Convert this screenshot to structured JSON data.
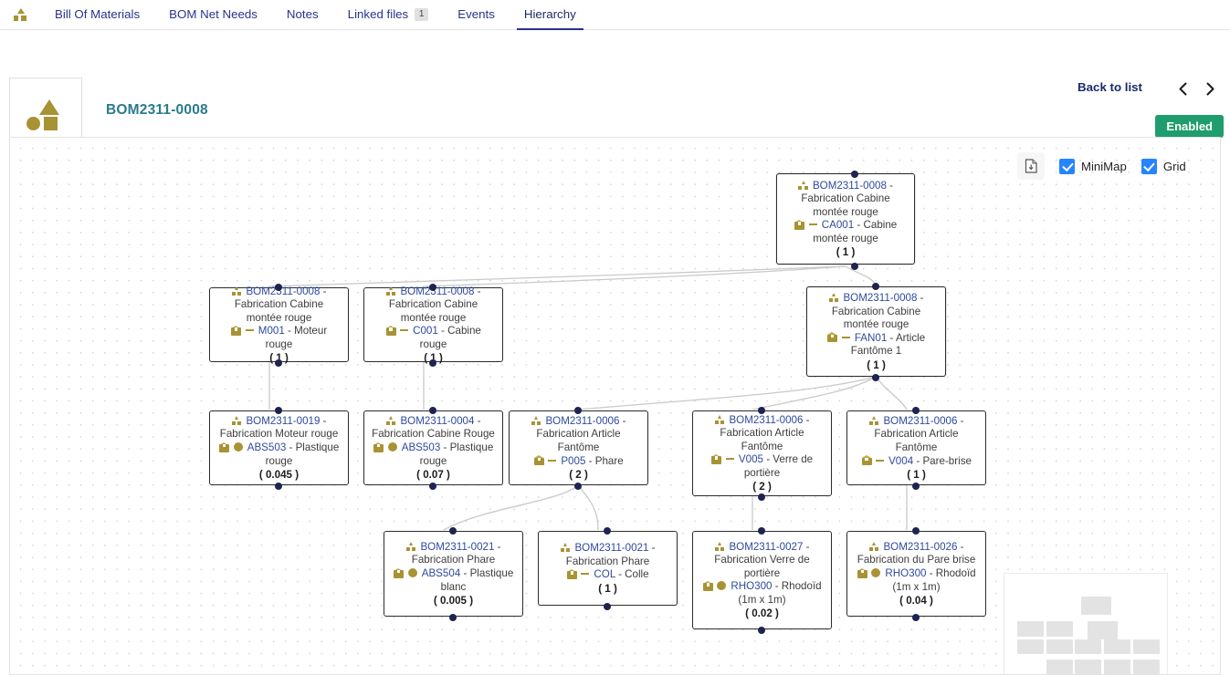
{
  "tabbar": {
    "logo_icon": "hierarchy-logo-icon",
    "tabs": [
      {
        "label": "Bill Of Materials",
        "active": false
      },
      {
        "label": "BOM Net Needs",
        "active": false
      },
      {
        "label": "Notes",
        "active": false
      },
      {
        "label": "Linked files",
        "active": false,
        "badge": "1"
      },
      {
        "label": "Events",
        "active": false
      },
      {
        "label": "Hierarchy",
        "active": true
      }
    ]
  },
  "header": {
    "thumbnail_icon": "shapes-thumbnail-icon",
    "title": "BOM2311-0008",
    "back_to_list": "Back to list",
    "prev_icon": "‹",
    "next_icon": "›",
    "status": "Enabled",
    "status_color": "#1f9d6e",
    "title_color": "#2a7b8c"
  },
  "canvas": {
    "toolbar": {
      "export_icon": "export-file-icon",
      "minimap_label": "MiniMap",
      "minimap_checked": true,
      "grid_label": "Grid",
      "grid_checked": true,
      "checkbox_color": "#2684ff"
    },
    "nodes": [
      {
        "id": "n0",
        "bom": "BOM2311-0008",
        "process": "Fabrication Cabine montée rouge",
        "item_code": "CA001",
        "item_label": "Cabine montée rouge",
        "marker": "dash",
        "qty": "( 1 )",
        "selected": true
      },
      {
        "id": "n1",
        "bom": "BOM2311-0008",
        "process": "Fabrication Cabine montée rouge",
        "item_code": "M001",
        "item_label": "Moteur rouge",
        "marker": "dash",
        "qty": "( 1 )",
        "selected": false
      },
      {
        "id": "n2",
        "bom": "BOM2311-0008",
        "process": "Fabrication Cabine montée rouge",
        "item_code": "C001",
        "item_label": "Cabine rouge",
        "marker": "dash",
        "qty": "( 1 )",
        "selected": false
      },
      {
        "id": "n3",
        "bom": "BOM2311-0008",
        "process": "Fabrication Cabine montée rouge",
        "item_code": "FAN01",
        "item_label": "Article Fantôme 1",
        "marker": "dash",
        "qty": "( 1 )",
        "selected": true
      },
      {
        "id": "n4",
        "bom": "BOM2311-0019",
        "process": "Fabrication Moteur rouge",
        "item_code": "ABS503",
        "item_label": "Plastique rouge",
        "marker": "circle",
        "qty": "( 0.045 )",
        "selected": false
      },
      {
        "id": "n5",
        "bom": "BOM2311-0004",
        "process": "Fabrication Cabine Rouge",
        "item_code": "ABS503",
        "item_label": "Plastique rouge",
        "marker": "circle",
        "qty": "( 0.07 )",
        "selected": false
      },
      {
        "id": "n6",
        "bom": "BOM2311-0006",
        "process": "Fabrication Article Fantôme",
        "item_code": "P005",
        "item_label": "Phare",
        "marker": "dash",
        "qty": "( 2 )",
        "selected": false
      },
      {
        "id": "n7",
        "bom": "BOM2311-0006",
        "process": "Fabrication Article Fantôme",
        "item_code": "V005",
        "item_label": "Verre de portière",
        "marker": "dash",
        "qty": "( 2 )",
        "selected": false
      },
      {
        "id": "n8",
        "bom": "BOM2311-0006",
        "process": "Fabrication Article Fantôme",
        "item_code": "V004",
        "item_label": "Pare-brise",
        "marker": "dash",
        "qty": "( 1 )",
        "selected": false
      },
      {
        "id": "n9",
        "bom": "BOM2311-0021",
        "process": "Fabrication Phare",
        "item_code": "ABS504",
        "item_label": "Plastique blanc",
        "marker": "circle",
        "qty": "( 0.005 )",
        "selected": false
      },
      {
        "id": "n10",
        "bom": "BOM2311-0021",
        "process": "Fabrication Phare",
        "item_code": "COL",
        "item_label": "Colle",
        "marker": "dash",
        "qty": "( 1 )",
        "selected": false
      },
      {
        "id": "n11",
        "bom": "BOM2311-0027",
        "process": "Fabrication Verre de portière",
        "item_code": "RHO300",
        "item_label": "Rhodoïd (1m x 1m)",
        "marker": "circle",
        "qty": "( 0.02 )",
        "selected": false
      },
      {
        "id": "n12",
        "bom": "BOM2311-0026",
        "process": "Fabrication du Pare brise",
        "item_code": "RHO300",
        "item_label": "Rhodoïd (1m x 1m)",
        "marker": "circle",
        "qty": "( 0.04 )",
        "selected": false
      }
    ]
  }
}
